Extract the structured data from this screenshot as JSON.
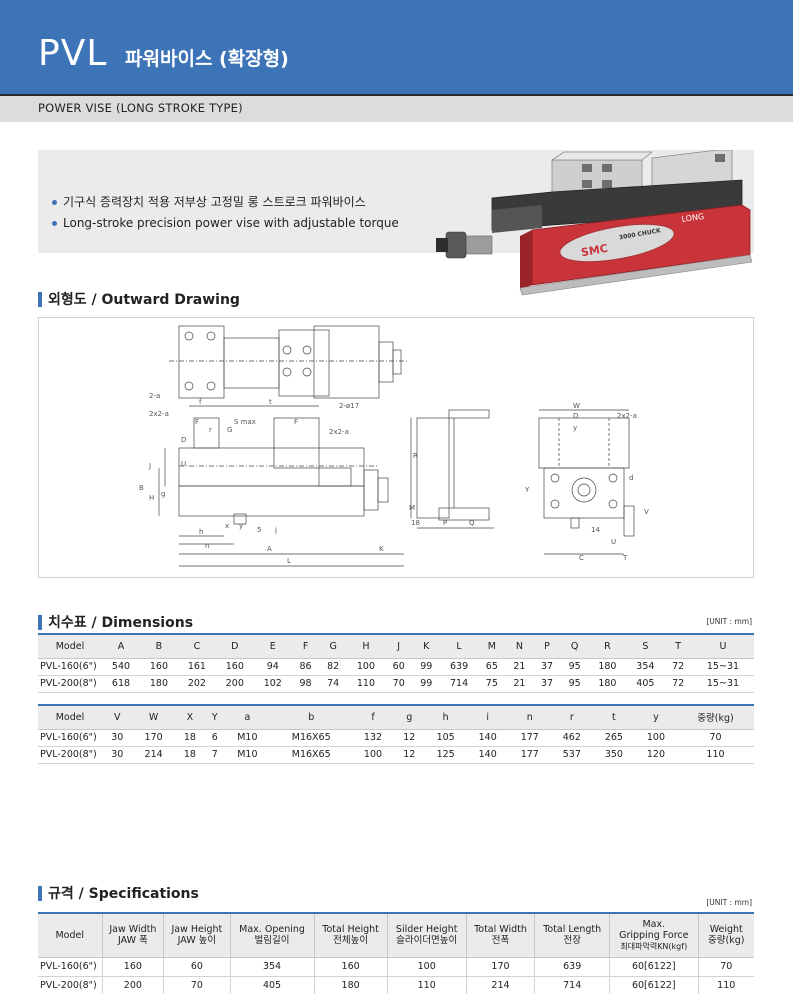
{
  "header": {
    "model": "PVL",
    "title_kr": "파워바이스 (확장형)",
    "subtitle": "POWER VISE (LONG STROKE TYPE)"
  },
  "intro": {
    "bullets": [
      "기구식 증력장치 적용 저부상 고정밀 롱 스트로크 파워바이스",
      "Long-stroke precision power vise with adjustable torque"
    ],
    "product_brand": "SMC",
    "product_badge": "3000 CHUCK",
    "product_text": "LONG"
  },
  "colors": {
    "accent": "#3d74b8",
    "vise_red": "#c9333a"
  },
  "drawing": {
    "title": "외형도 / Outward Drawing",
    "labels": {
      "l_2a": "2-a",
      "l_t": "t",
      "l_f": "f",
      "l_2017": "2-ø17",
      "l_2x2a": "2x2-a",
      "l_F": "F",
      "l_S": "S max",
      "l_r": "r",
      "l_G": "G",
      "l_D": "D",
      "l_U": "U",
      "l_B": "B",
      "l_J": "J",
      "l_H": "H",
      "l_g": "g",
      "l_x": "x",
      "l_h": "h",
      "l_n": "n",
      "l_y": "y",
      "l_5": "5",
      "l_j": "j",
      "l_A": "A",
      "l_K": "K",
      "l_L": "L",
      "l_R": "R",
      "l_M": "M",
      "l_18": "18",
      "l_P": "P",
      "l_Q": "Q",
      "l_W": "W",
      "l_Dt": "D",
      "l_y2": "y",
      "l_2x2a2": "2x2-a",
      "l_Y": "Y",
      "l_d": "d",
      "l_V": "V",
      "l_14": "14",
      "l_U2": "U",
      "l_C": "C",
      "l_T": "T"
    }
  },
  "dimensions": {
    "title": "치수표 / Dimensions",
    "unit": "[UNIT : mm]",
    "table1": {
      "headers": [
        "Model",
        "A",
        "B",
        "C",
        "D",
        "E",
        "F",
        "G",
        "H",
        "J",
        "K",
        "L",
        "M",
        "N",
        "P",
        "Q",
        "R",
        "S",
        "T",
        "U"
      ],
      "rows": [
        [
          "PVL-160(6\")",
          "540",
          "160",
          "161",
          "160",
          "94",
          "86",
          "82",
          "100",
          "60",
          "99",
          "639",
          "65",
          "21",
          "37",
          "95",
          "180",
          "354",
          "72",
          "15~31"
        ],
        [
          "PVL-200(8\")",
          "618",
          "180",
          "202",
          "200",
          "102",
          "98",
          "74",
          "110",
          "70",
          "99",
          "714",
          "75",
          "21",
          "37",
          "95",
          "180",
          "405",
          "72",
          "15~31"
        ]
      ]
    },
    "table2": {
      "headers": [
        "Model",
        "V",
        "W",
        "X",
        "Y",
        "a",
        "b",
        "f",
        "g",
        "h",
        "i",
        "n",
        "r",
        "t",
        "y",
        "중량(kg)"
      ],
      "rows": [
        [
          "PVL-160(6\")",
          "30",
          "170",
          "18",
          "6",
          "M10",
          "M16X65",
          "132",
          "12",
          "105",
          "140",
          "177",
          "462",
          "265",
          "100",
          "70"
        ],
        [
          "PVL-200(8\")",
          "30",
          "214",
          "18",
          "7",
          "M10",
          "M16X65",
          "100",
          "12",
          "125",
          "140",
          "177",
          "537",
          "350",
          "120",
          "110"
        ]
      ]
    }
  },
  "specifications": {
    "title": "규격 / Specifications",
    "unit": "[UNIT : mm]",
    "headers": [
      [
        "Model"
      ],
      [
        "Jaw Width",
        "JAW 폭"
      ],
      [
        "Jaw Height",
        "JAW 높이"
      ],
      [
        "Max. Opening",
        "벌림길이"
      ],
      [
        "Total Height",
        "전체높이"
      ],
      [
        "Silder Height",
        "슬라이더면높이"
      ],
      [
        "Total Width",
        "전폭"
      ],
      [
        "Total Length",
        "전장"
      ],
      [
        "Max.",
        "Gripping Force",
        "최대파악력KN(kgf)"
      ],
      [
        "Weight",
        "중량(kg)"
      ]
    ],
    "rows": [
      [
        "PVL-160(6\")",
        "160",
        "60",
        "354",
        "160",
        "100",
        "170",
        "639",
        "60[6122]",
        "70"
      ],
      [
        "PVL-200(8\")",
        "200",
        "70",
        "405",
        "180",
        "110",
        "214",
        "714",
        "60[6122]",
        "110"
      ]
    ]
  }
}
